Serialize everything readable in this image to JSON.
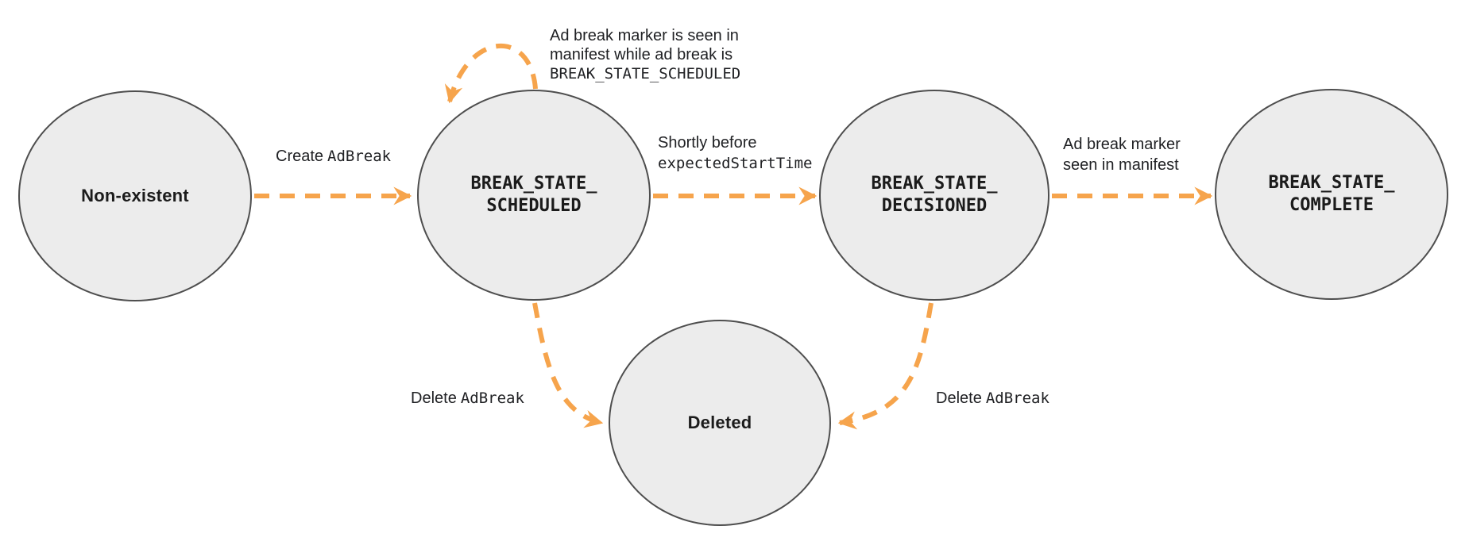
{
  "colors": {
    "arrow": "#F6A44C",
    "node_fill": "#ececec",
    "node_stroke": "#4e4e4e",
    "text": "#1b1b1b"
  },
  "nodes": {
    "non_existent": {
      "label": "Non-existent"
    },
    "scheduled": {
      "line1": "BREAK_STATE_",
      "line2": "SCHEDULED"
    },
    "decisioned": {
      "line1": "BREAK_STATE_",
      "line2": "DECISIONED"
    },
    "complete": {
      "line1": "BREAK_STATE_",
      "line2": "COMPLETE"
    },
    "deleted": {
      "label": "Deleted"
    }
  },
  "edges": {
    "create": {
      "plain": "Create",
      "mono": "AdBreak"
    },
    "self_loop": {
      "line1": "Ad break marker is seen in",
      "line2": "manifest while ad break is",
      "line3_mono": "BREAK_STATE_SCHEDULED"
    },
    "to_decisioned": {
      "line1": "Shortly before",
      "line2_mono": "expectedStartTime"
    },
    "to_complete": {
      "line1": "Ad break marker",
      "line2": "seen in manifest"
    },
    "delete_from_scheduled": {
      "plain": "Delete",
      "mono": "AdBreak"
    },
    "delete_from_decisioned": {
      "plain": "Delete",
      "mono": "AdBreak"
    }
  }
}
